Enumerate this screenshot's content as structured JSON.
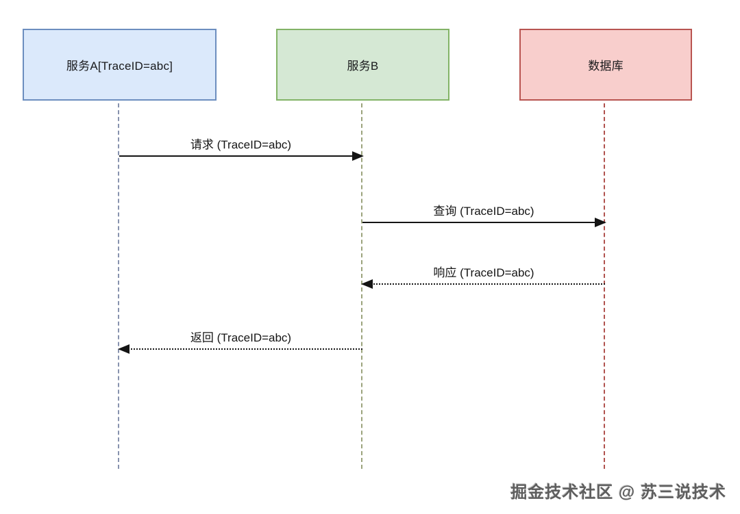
{
  "diagram": {
    "type": "sequence-diagram",
    "background": "#ffffff",
    "stroke": "#141414",
    "actors": [
      {
        "id": "service-a",
        "label": "服务A[TraceID=abc]",
        "fill": "#dbe9fb",
        "border": "#6c8ebf",
        "lifeline_color": "#8792ae"
      },
      {
        "id": "service-b",
        "label": "服务B",
        "fill": "#d5e8d4",
        "border": "#82b366",
        "lifeline_color": "#9ba37c"
      },
      {
        "id": "database",
        "label": "数据库",
        "fill": "#f8cecc",
        "border": "#b85450",
        "lifeline_color": "#b0524e"
      }
    ],
    "messages": [
      {
        "label": "请求 (TraceID=abc)",
        "from": "service-a",
        "to": "service-b",
        "line_style": "solid",
        "direction": "right"
      },
      {
        "label": "查询 (TraceID=abc)",
        "from": "service-b",
        "to": "database",
        "line_style": "solid",
        "direction": "right"
      },
      {
        "label": "响应 (TraceID=abc)",
        "from": "database",
        "to": "service-b",
        "line_style": "dotted",
        "direction": "left"
      },
      {
        "label": "返回 (TraceID=abc)",
        "from": "service-b",
        "to": "service-a",
        "line_style": "dotted",
        "direction": "left"
      }
    ]
  },
  "watermark": {
    "text": "掘金技术社区 @ 苏三说技术"
  }
}
